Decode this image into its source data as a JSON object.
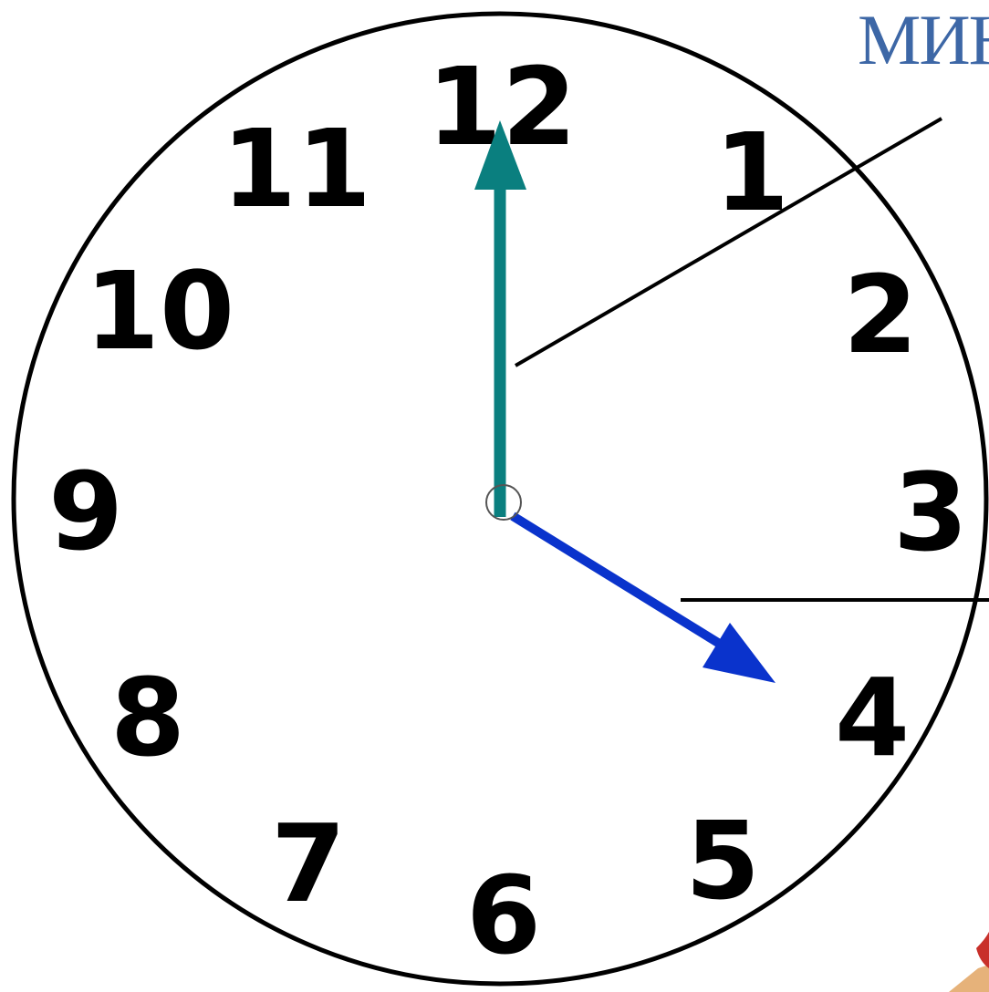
{
  "label": {
    "text": "МИН",
    "color": "#3d67a6"
  },
  "clock": {
    "numerals": [
      "12",
      "1",
      "2",
      "3",
      "4",
      "5",
      "6",
      "7",
      "8",
      "9",
      "10",
      "11"
    ],
    "minute_hand_points_to": "12",
    "hour_hand_points_to": "4",
    "colors": {
      "face_outline": "#000000",
      "minute_hand": "#0a7f7f",
      "hour_hand": "#0a33cc",
      "pointer_lines": "#000000"
    }
  }
}
